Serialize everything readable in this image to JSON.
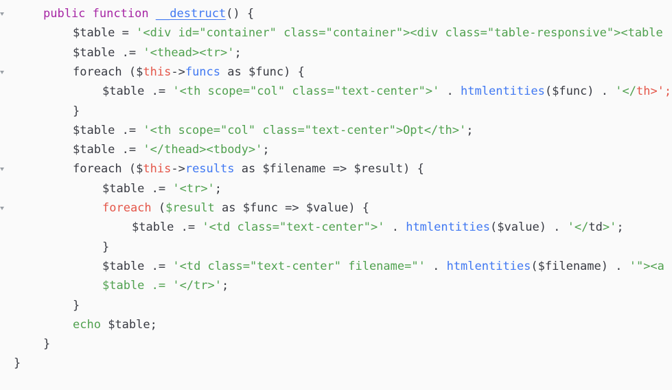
{
  "editor": {
    "language": "php",
    "background": "#fafafa",
    "lines": [
      {
        "indent": 1,
        "fold": true,
        "tokens": [
          {
            "t": "public",
            "c": "kw"
          },
          {
            "t": " ",
            "c": "pl"
          },
          {
            "t": "function",
            "c": "kw"
          },
          {
            "t": " ",
            "c": "pl"
          },
          {
            "t": "__destruct",
            "c": "fn-u"
          },
          {
            "t": "() {",
            "c": "pl"
          }
        ]
      },
      {
        "indent": 2,
        "fold": false,
        "tokens": [
          {
            "t": "$table",
            "c": "var"
          },
          {
            "t": " = ",
            "c": "pl"
          },
          {
            "t": "'<div id=\"container\" class=\"container\"><div class=\"table-responsive\"><table",
            "c": "str"
          }
        ]
      },
      {
        "indent": 2,
        "fold": false,
        "tokens": [
          {
            "t": "$table",
            "c": "var"
          },
          {
            "t": " .= ",
            "c": "pl"
          },
          {
            "t": "'<thead><tr>'",
            "c": "str"
          },
          {
            "t": ";",
            "c": "pl"
          }
        ]
      },
      {
        "indent": 2,
        "fold": true,
        "tokens": [
          {
            "t": "foreach",
            "c": "pl"
          },
          {
            "t": " (",
            "c": "pl"
          },
          {
            "t": "$",
            "c": "pl"
          },
          {
            "t": "this",
            "c": "this"
          },
          {
            "t": "->",
            "c": "pl"
          },
          {
            "t": "funcs",
            "c": "prop"
          },
          {
            "t": " as ",
            "c": "pl"
          },
          {
            "t": "$func",
            "c": "var"
          },
          {
            "t": ") {",
            "c": "pl"
          }
        ]
      },
      {
        "indent": 3,
        "fold": false,
        "tokens": [
          {
            "t": "$table",
            "c": "var"
          },
          {
            "t": " .= ",
            "c": "pl"
          },
          {
            "t": "'<th scope=\"col\" class=\"text-center\">'",
            "c": "str"
          },
          {
            "t": " . ",
            "c": "pl"
          },
          {
            "t": "htmlentities",
            "c": "fn"
          },
          {
            "t": "(",
            "c": "pl"
          },
          {
            "t": "$func",
            "c": "var"
          },
          {
            "t": ") . ",
            "c": "pl"
          },
          {
            "t": "'</",
            "c": "str"
          },
          {
            "t": "th>';",
            "c": "tag"
          }
        ]
      },
      {
        "indent": 2,
        "fold": false,
        "tokens": [
          {
            "t": "}",
            "c": "pl"
          }
        ]
      },
      {
        "indent": 2,
        "fold": false,
        "tokens": [
          {
            "t": "$table",
            "c": "var"
          },
          {
            "t": " .= ",
            "c": "pl"
          },
          {
            "t": "'<th scope=\"col\" class=\"text-center\">Opt</th>'",
            "c": "str"
          },
          {
            "t": ";",
            "c": "pl"
          }
        ]
      },
      {
        "indent": 2,
        "fold": false,
        "tokens": [
          {
            "t": "$table",
            "c": "var"
          },
          {
            "t": " .= ",
            "c": "pl"
          },
          {
            "t": "'</thead><tbody>'",
            "c": "str"
          },
          {
            "t": ";",
            "c": "pl"
          }
        ]
      },
      {
        "indent": 2,
        "fold": true,
        "tokens": [
          {
            "t": "foreach",
            "c": "pl"
          },
          {
            "t": " (",
            "c": "pl"
          },
          {
            "t": "$",
            "c": "pl"
          },
          {
            "t": "this",
            "c": "this"
          },
          {
            "t": "->",
            "c": "pl"
          },
          {
            "t": "results",
            "c": "prop"
          },
          {
            "t": " as ",
            "c": "pl"
          },
          {
            "t": "$filename",
            "c": "var"
          },
          {
            "t": " => ",
            "c": "pl"
          },
          {
            "t": "$result",
            "c": "var"
          },
          {
            "t": ") {",
            "c": "pl"
          }
        ]
      },
      {
        "indent": 3,
        "fold": false,
        "tokens": [
          {
            "t": "$table",
            "c": "var"
          },
          {
            "t": " .= ",
            "c": "pl"
          },
          {
            "t": "'<tr>'",
            "c": "str"
          },
          {
            "t": ";",
            "c": "pl"
          }
        ]
      },
      {
        "indent": 3,
        "fold": true,
        "tokens": [
          {
            "t": "foreach",
            "c": "this"
          },
          {
            "t": " (",
            "c": "pl"
          },
          {
            "t": "$result",
            "c": "var-g"
          },
          {
            "t": " as ",
            "c": "pl"
          },
          {
            "t": "$func",
            "c": "var"
          },
          {
            "t": " => ",
            "c": "pl"
          },
          {
            "t": "$value",
            "c": "var"
          },
          {
            "t": ") {",
            "c": "pl"
          }
        ]
      },
      {
        "indent": 4,
        "fold": false,
        "tokens": [
          {
            "t": "$table",
            "c": "var"
          },
          {
            "t": " .= ",
            "c": "pl"
          },
          {
            "t": "'<td class=\"text-center\">'",
            "c": "str"
          },
          {
            "t": " . ",
            "c": "pl"
          },
          {
            "t": "htmlentities",
            "c": "fn"
          },
          {
            "t": "(",
            "c": "pl"
          },
          {
            "t": "$value",
            "c": "var"
          },
          {
            "t": ") . ",
            "c": "pl"
          },
          {
            "t": "'</",
            "c": "str"
          },
          {
            "t": "td",
            "c": "pl"
          },
          {
            "t": ">'",
            "c": "str"
          },
          {
            "t": ";",
            "c": "pl"
          }
        ]
      },
      {
        "indent": 3,
        "fold": false,
        "tokens": [
          {
            "t": "}",
            "c": "pl"
          }
        ]
      },
      {
        "indent": 3,
        "fold": false,
        "tokens": [
          {
            "t": "$table",
            "c": "var"
          },
          {
            "t": " .= ",
            "c": "pl"
          },
          {
            "t": "'<td class=\"text-center\" filename=\"'",
            "c": "str"
          },
          {
            "t": " . ",
            "c": "pl"
          },
          {
            "t": "htmlentities",
            "c": "fn"
          },
          {
            "t": "(",
            "c": "pl"
          },
          {
            "t": "$filename",
            "c": "var"
          },
          {
            "t": ") . ",
            "c": "pl"
          },
          {
            "t": "'\"><a href=\"#\"",
            "c": "str"
          }
        ]
      },
      {
        "indent": 3,
        "fold": false,
        "tokens": [
          {
            "t": "$table",
            "c": "var-g"
          },
          {
            "t": " .= ",
            "c": "str"
          },
          {
            "t": "'</tr>'",
            "c": "str"
          },
          {
            "t": ";",
            "c": "pl"
          }
        ]
      },
      {
        "indent": 2,
        "fold": false,
        "tokens": [
          {
            "t": "}",
            "c": "pl"
          }
        ]
      },
      {
        "indent": 2,
        "fold": false,
        "tokens": [
          {
            "t": "echo",
            "c": "echo"
          },
          {
            "t": " ",
            "c": "pl"
          },
          {
            "t": "$table",
            "c": "var"
          },
          {
            "t": ";",
            "c": "pl"
          }
        ]
      },
      {
        "indent": 1,
        "fold": false,
        "tokens": [
          {
            "t": "}",
            "c": "pl"
          }
        ]
      },
      {
        "indent": 0,
        "fold": false,
        "tokens": [
          {
            "t": "}",
            "c": "pl"
          }
        ]
      }
    ]
  }
}
